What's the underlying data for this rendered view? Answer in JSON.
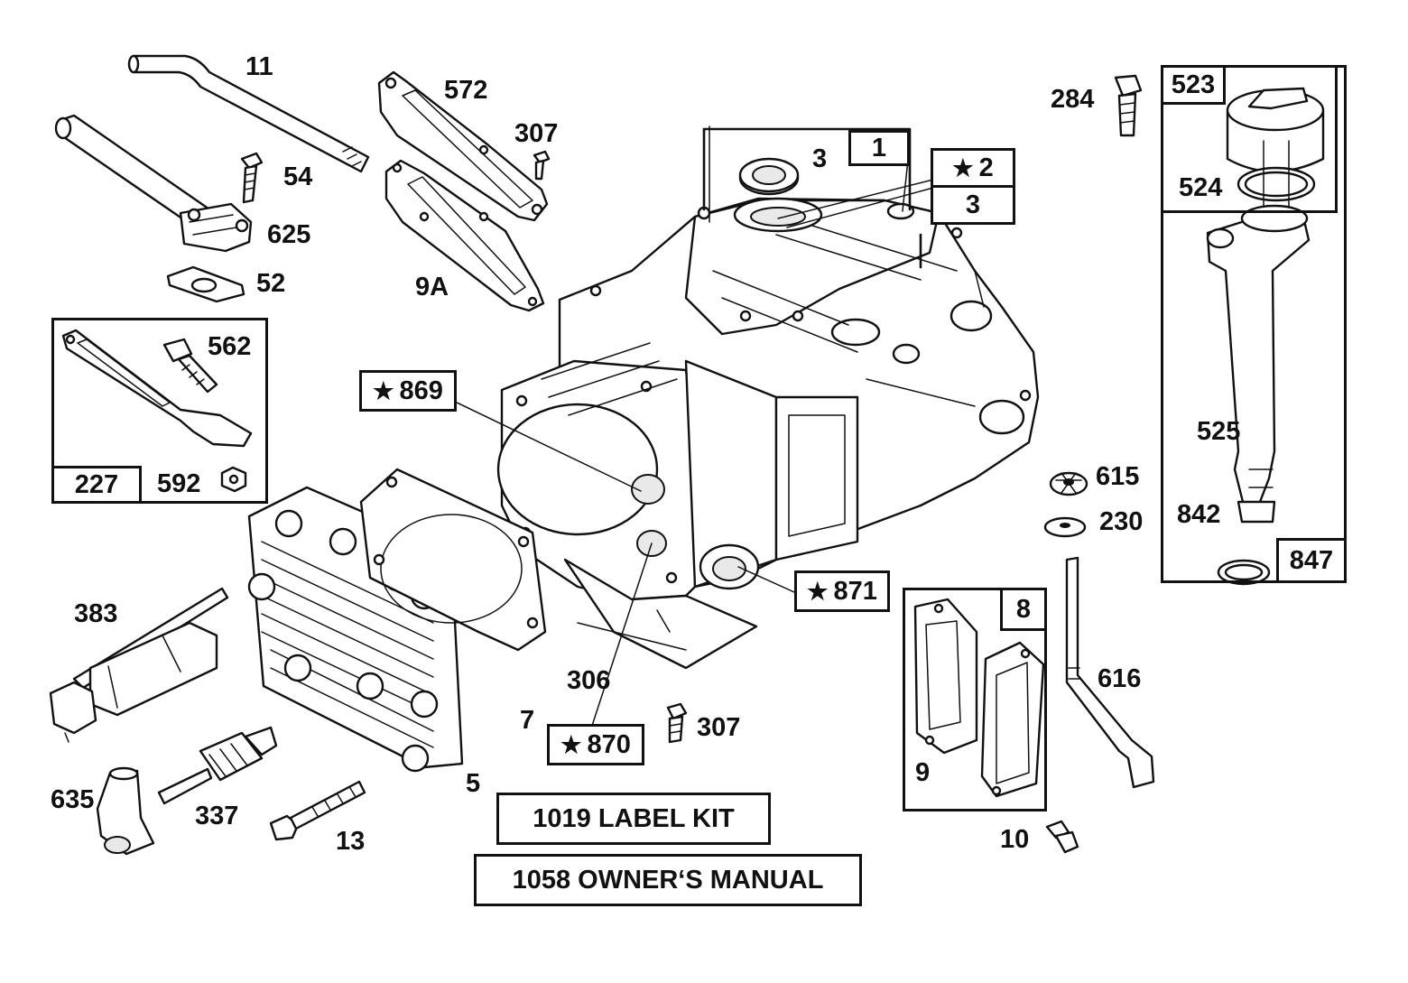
{
  "callouts": {
    "p11": "11",
    "p572": "572",
    "p307a": "307",
    "p54": "54",
    "p625": "625",
    "p52": "52",
    "p9a": "9A",
    "p562": "562",
    "p592": "592",
    "p227": "227",
    "p3a": "3",
    "p1": "1",
    "p2": "2",
    "p3b": "3",
    "p869": "869",
    "p284": "284",
    "p523": "523",
    "p524": "524",
    "p525": "525",
    "p615": "615",
    "p230": "230",
    "p842": "842",
    "p847": "847",
    "p871": "871",
    "p8": "8",
    "p616": "616",
    "p9": "9",
    "p10": "10",
    "p383": "383",
    "p306": "306",
    "p7": "7",
    "p307b": "307",
    "p870": "870",
    "p5": "5",
    "p635": "635",
    "p337": "337",
    "p13": "13"
  },
  "star_glyph": "★",
  "kits": {
    "label_kit": "1019 LABEL KIT",
    "owners_manual": "1058 OWNER‘S MANUAL"
  }
}
